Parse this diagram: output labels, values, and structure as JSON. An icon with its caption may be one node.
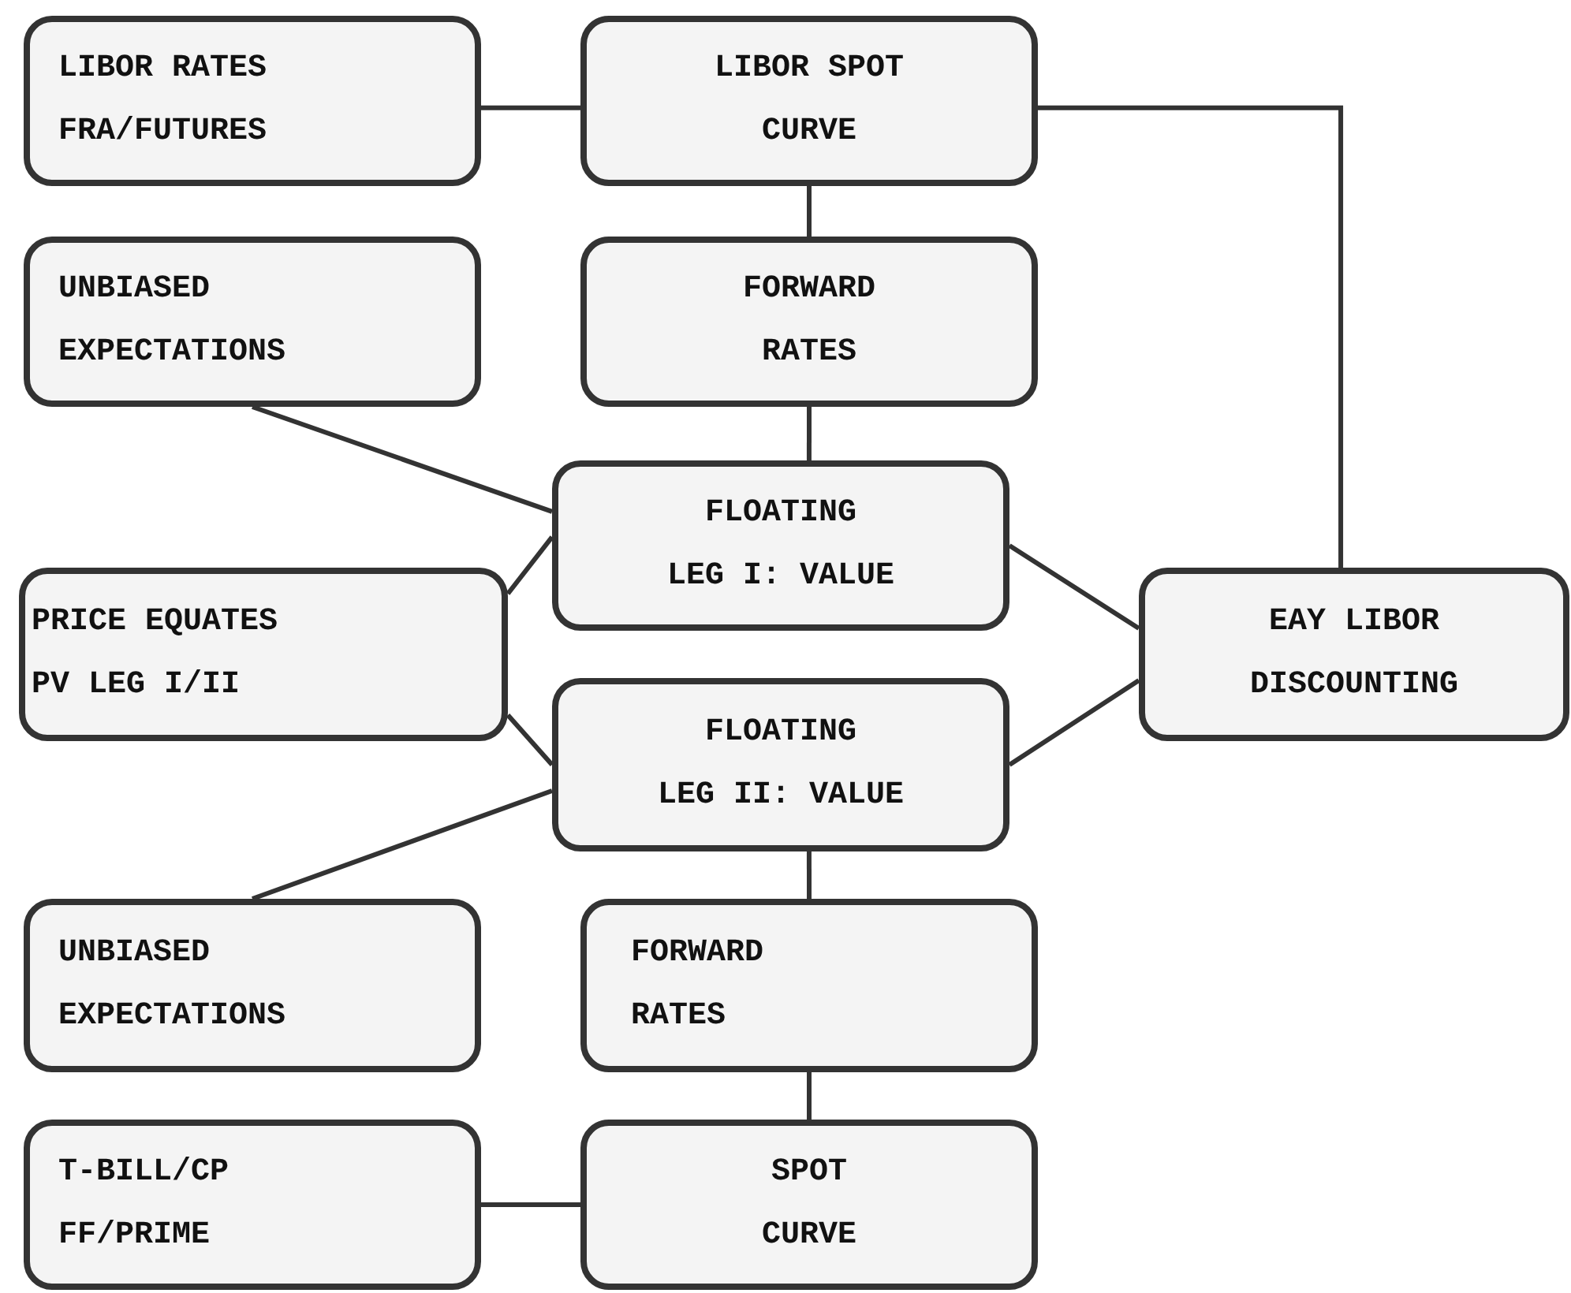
{
  "diagram": {
    "nodes": [
      {
        "text": [
          "LIBOR RATES FRA/FUTURES"
        ]
      },
      {
        "text": [
          "LIBOR SPOT CURVE"
        ]
      },
      {
        "text": [
          "UNBIASED EXPECTATIONS"
        ]
      },
      {
        "text": [
          "FORWARD RATES"
        ]
      },
      {
        "text": [
          "FLOATING LEG I: VALUE"
        ]
      },
      {
        "text": [
          "PRICE EQUATES PV LEG I/II"
        ]
      },
      {
        "text": [
          "EAY LIBOR DISCOUNTING"
        ]
      },
      {
        "text": [
          "FLOATING LEG II: VALUE"
        ]
      },
      {
        "text": [
          "UNBIASED EXPECTATIONS"
        ]
      },
      {
        "text": [
          "FORWARD RATES"
        ]
      },
      {
        "text": [
          "T-BILL/CP FF/PRIME"
        ]
      },
      {
        "text": [
          "SPOT CURVE"
        ]
      }
    ],
    "edges": [
      {
        "from": 0,
        "to": 1,
        "arrow": "none"
      },
      {
        "from": 1,
        "to": 3,
        "arrow": "none"
      },
      {
        "from": 1,
        "to": 6,
        "arrow": "none"
      },
      {
        "from": 2,
        "to": 4,
        "arrow": "none"
      },
      {
        "from": 3,
        "to": 4,
        "arrow": "none"
      },
      {
        "from": 5,
        "to": 4,
        "arrow": "none"
      },
      {
        "from": 4,
        "to": 6,
        "arrow": "none"
      },
      {
        "from": 5,
        "to": 7,
        "arrow": "none"
      },
      {
        "from": 7,
        "to": 6,
        "arrow": "none"
      },
      {
        "from": 7,
        "to": 8,
        "arrow": "none"
      },
      {
        "from": 7,
        "to": 9,
        "arrow": "none"
      },
      {
        "from": 9,
        "to": 11,
        "arrow": "none"
      },
      {
        "from": 10,
        "to": 11,
        "arrow": "none"
      }
    ]
  }
}
